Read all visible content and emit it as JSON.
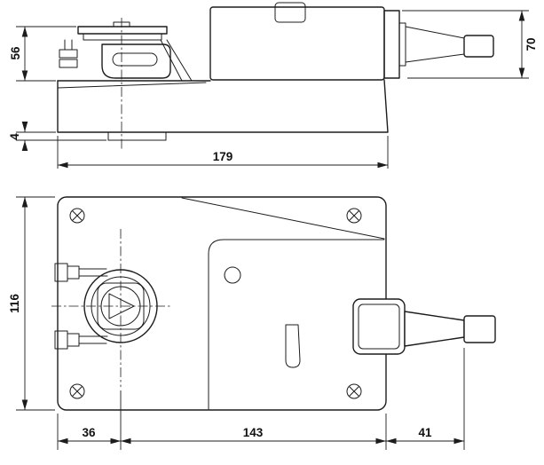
{
  "drawing": {
    "background": "#ffffff",
    "line_color": "#1c1c1c",
    "side_view": {
      "dims": {
        "clamp_height": "56",
        "foot_height": "4",
        "length": "179",
        "housing_height": "70"
      }
    },
    "plan_view": {
      "dims": {
        "width": "116",
        "shaft_center_offset": "36",
        "body_length": "143",
        "cable_gland_length": "41"
      }
    }
  }
}
